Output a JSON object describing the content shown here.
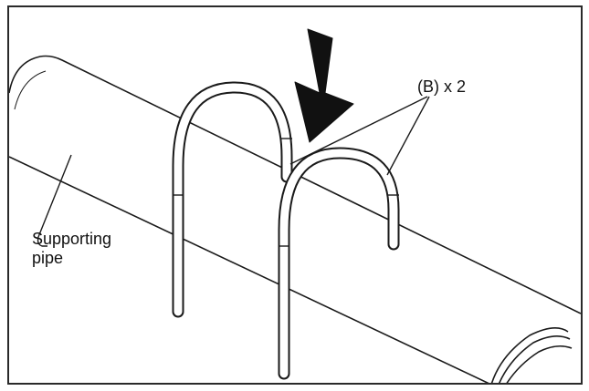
{
  "labels": {
    "u_bolts": "(B) x 2",
    "pipe_line1": "Supporting",
    "pipe_line2": "pipe"
  },
  "colors": {
    "ink": "#1a1a1a",
    "arrow": "#111111",
    "background": "#ffffff"
  }
}
